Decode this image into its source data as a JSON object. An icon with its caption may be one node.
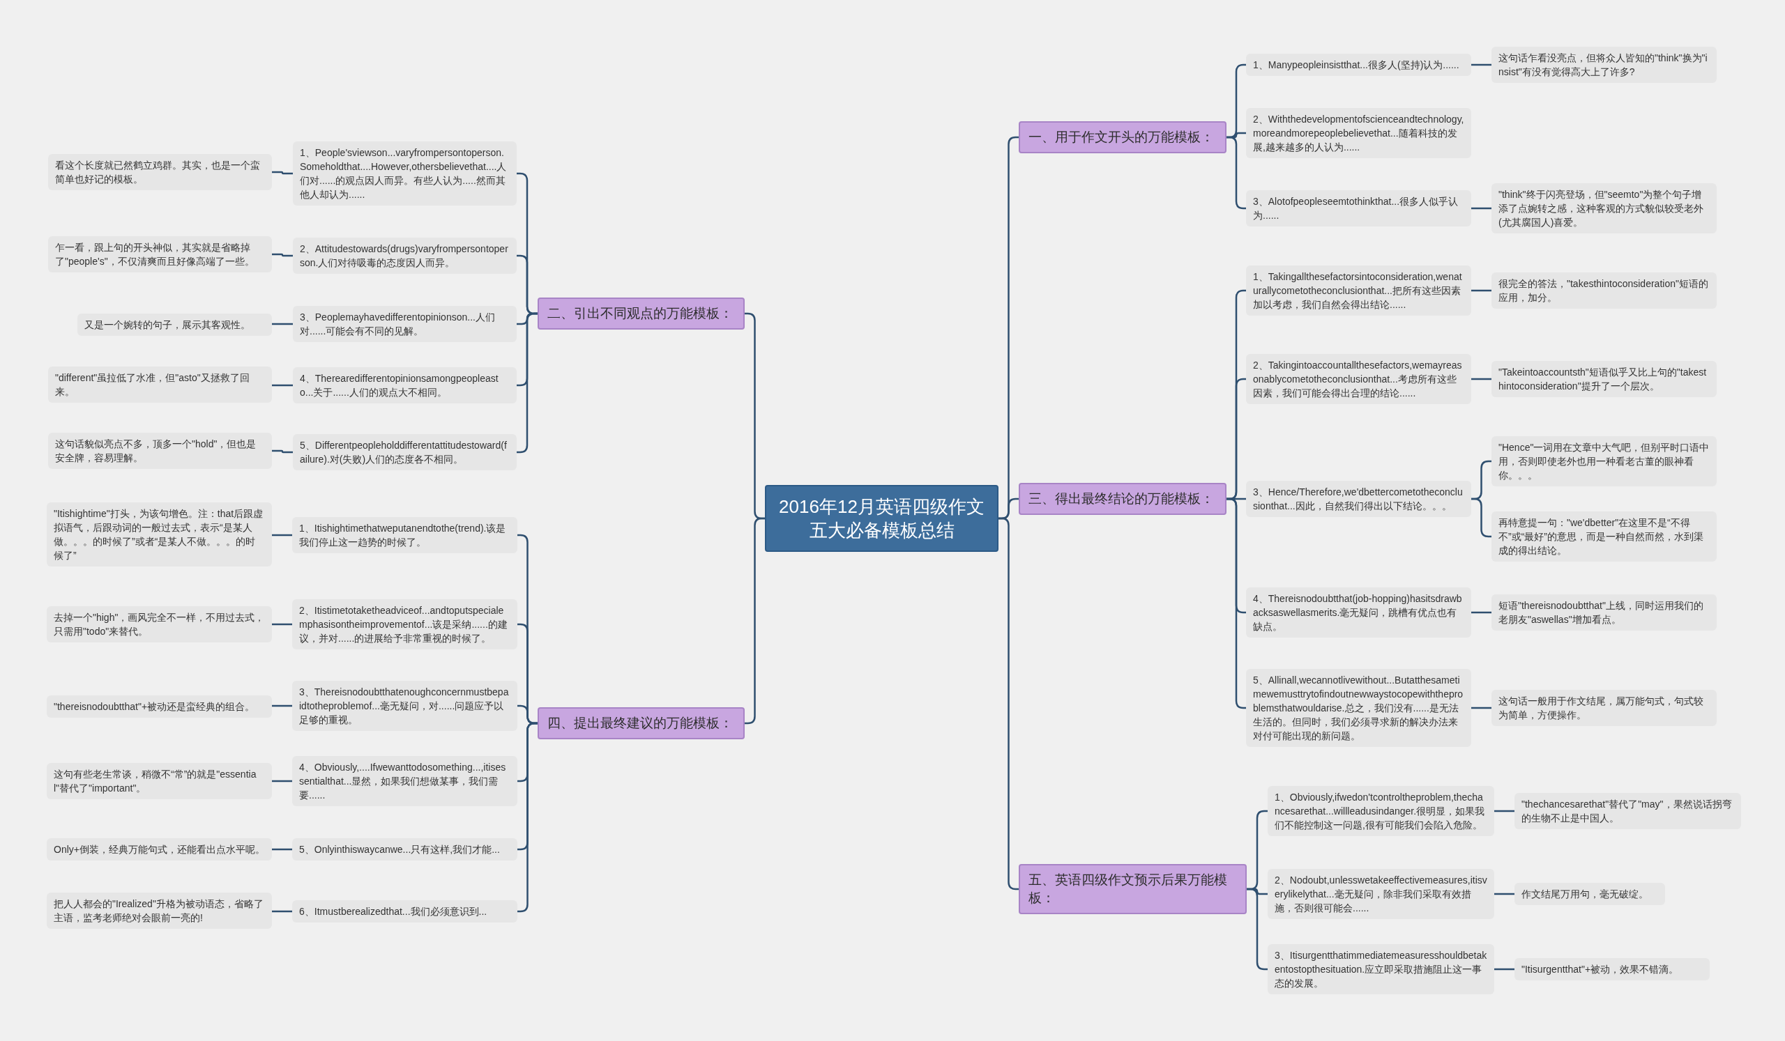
{
  "diagram": {
    "nodes": [
      {
        "text": [
          "2016年12月英语四级作文五大必备模板总结"
        ]
      },
      {
        "text": [
          "一、用于作文开头的万能模板："
        ]
      },
      {
        "text": [
          "1、Manypeopleinsistthat...很多人(坚持)认为......"
        ]
      },
      {
        "text": [
          "这句话乍看没亮点，但将众人皆知的\"think\"换为\"insist\"有没有觉得高大上了许多?"
        ]
      },
      {
        "text": [
          "2、Withthedevelopmentofscienceandtechnology,moreandmorepeoplebelievethat...随着科技的发展,越来越多的人认为......"
        ]
      },
      {
        "text": [
          "3、Alotofpeopleseemtothinkthat...很多人似乎认为......"
        ]
      },
      {
        "text": [
          "\"think\"终于闪亮登场，但\"seemto\"为整个句子增添了点婉转之感，这种客观的方式貌似较受老外(尤其腐国人)喜爱。"
        ]
      },
      {
        "text": [
          "二、引出不同观点的万能模板："
        ]
      },
      {
        "text": [
          "1、People'sviewson...varyfrompersontoperson.Someholdthat....However,othersbelievethat....人们对......的观点因人而异。有些人认为.....然而其他人却认为......"
        ]
      },
      {
        "text": [
          "看这个长度就已然鹤立鸡群。其实，也是一个蛮简单也好记的模板。"
        ]
      },
      {
        "text": [
          "2、Attitudestowards(drugs)varyfrompersontoperson.人们对待吸毒的态度因人而异。"
        ]
      },
      {
        "text": [
          "乍一看，跟上句的开头神似，其实就是省略掉了\"people's\"，不仅清爽而且好像高端了一些。"
        ]
      },
      {
        "text": [
          "3、Peoplemayhavedifferentopinionson...人们对......可能会有不同的见解。"
        ]
      },
      {
        "text": [
          "又是一个婉转的句子，展示其客观性。"
        ]
      },
      {
        "text": [
          "4、Therearedifferentopinionsamongpeopleasto...关于......人们的观点大不相同。"
        ]
      },
      {
        "text": [
          "\"different\"虽拉低了水准，但\"asto\"又拯救了回来。"
        ]
      },
      {
        "text": [
          "5、Differentpeopleholddifferentattitudestoward(failure).对(失败)人们的态度各不相同。"
        ]
      },
      {
        "text": [
          "这句话貌似亮点不多，顶多一个\"hold\"，但也是安全牌，容易理解。"
        ]
      },
      {
        "text": [
          "三、得出最终结论的万能模板："
        ]
      },
      {
        "text": [
          "1、Takingallthesefactorsintoconsideration,wenaturallycometotheconclusionthat...把所有这些因素加以考虑，我们自然会得出结论......"
        ]
      },
      {
        "text": [
          "很完全的答法，\"takesthintoconsideration\"短语的应用，加分。"
        ]
      },
      {
        "text": [
          "2、Takingintoaccountallthesefactors,wemayreasonablycometotheconclusionthat...考虑所有这些因素，我们可能会得出合理的结论......"
        ]
      },
      {
        "text": [
          "\"Takeintoaccountsth\"短语似乎又比上句的\"takesthintoconsideration\"提升了一个层次。"
        ]
      },
      {
        "text": [
          "3、Hence/Therefore,we'dbettercometotheconclusionthat...因此，自然我们得出以下结论。。。"
        ]
      },
      {
        "text": [
          "\"Hence\"一词用在文章中大气吧，但别平时口语中用，否则即使老外也用一种看老古董的眼神看你。。。"
        ]
      },
      {
        "text": [
          "再特意提一句：\"we'dbetter\"在这里不是“不得不”或“最好”的意思，而是一种自然而然，水到渠成的得出结论。"
        ]
      },
      {
        "text": [
          "4、Thereisnodoubtthat(job-hopping)hasitsdrawbacksaswellasmerits.毫无疑问，跳槽有优点也有缺点。"
        ]
      },
      {
        "text": [
          "短语\"thereisnodoubtthat\"上线，同时运用我们的老朋友\"aswellas\"增加看点。"
        ]
      },
      {
        "text": [
          "5、Allinall,wecannotlivewithout...Butatthesametimewemusttrytofindoutnewwaystocopewiththeproblemsthatwouldarise.总之，我们没有......是无法生活的。但同时，我们必须寻求新的解决办法来对付可能出现的新问题。"
        ]
      },
      {
        "text": [
          "这句话一般用于作文结尾，属万能句式，句式较为简单，方便操作。"
        ]
      },
      {
        "text": [
          "四、提出最终建议的万能模板："
        ]
      },
      {
        "text": [
          "1、Itishightimethatweputanendtothe(trend).该是我们停止这一趋势的时候了。"
        ]
      },
      {
        "text": [
          "\"Itishightime\"打头，为该句增色。注：that后跟虚拟语气，后跟动词的一般过去式，表示“是某人做。。。的时候了”或者“是某人不做。。。的时候了”"
        ]
      },
      {
        "text": [
          "2、Itistimetotaketheadviceof...andtoputspecialemphasisontheimprovementof...该是采纳......的建议，并对......的进展给予非常重视的时候了。"
        ]
      },
      {
        "text": [
          "去掉一个\"high\"，画风完全不一样，不用过去式，只需用\"todo\"来替代。"
        ]
      },
      {
        "text": [
          "3、Thereisnodoubtthatenoughconcernmustbepaidtotheproblemof...毫无疑问，对......问题应予以足够的重视。"
        ]
      },
      {
        "text": [
          "\"thereisnodoubtthat\"+被动还是蛮经典的组合。"
        ]
      },
      {
        "text": [
          "4、Obviously,....Ifwewanttodosomething...,itisessentialthat...显然，如果我们想做某事，我们需要......"
        ]
      },
      {
        "text": [
          "这句有些老生常谈，稍微不“常”的就是\"essential\"替代了\"important\"。"
        ]
      },
      {
        "text": [
          "5、Onlyinthiswaycanwe...只有这样,我们才能..."
        ]
      },
      {
        "text": [
          "Only+倒装，经典万能句式，还能看出点水平呢。"
        ]
      },
      {
        "text": [
          "6、Itmustberealizedthat...我们必须意识到..."
        ]
      },
      {
        "text": [
          "把人人都会的\"Irealized\"升格为被动语态，省略了主语，监考老师绝对会眼前一亮的!"
        ]
      },
      {
        "text": [
          "五、英语四级作文预示后果万能模板："
        ]
      },
      {
        "text": [
          "1、Obviously,ifwedon'tcontroltheproblem,thechancesarethat...willleadusindanger.很明显，如果我们不能控制这一问题,很有可能我们会陷入危险。"
        ]
      },
      {
        "text": [
          "\"thechancesarethat\"替代了\"may\"，果然说话拐弯的生物不止是中国人。"
        ]
      },
      {
        "text": [
          "2、Nodoubt,unlesswetakeeffectivemeasures,itisverylikelythat...毫无疑问，除非我们采取有效措施，否则很可能会......"
        ]
      },
      {
        "text": [
          "作文结尾万用句，毫无破绽。"
        ]
      },
      {
        "text": [
          "3、Itisurgentthatimmediatemeasuresshouldbetakentostopthesituation.应立即采取措施阻止这一事态的发展。"
        ]
      },
      {
        "text": [
          "\"Itisurgentthat\"+被动，效果不错滴。"
        ]
      }
    ],
    "edges": [
      {
        "from": 0,
        "to": 1,
        "arrow": "none"
      },
      {
        "from": 0,
        "to": 7,
        "arrow": "none"
      },
      {
        "from": 0,
        "to": 18,
        "arrow": "none"
      },
      {
        "from": 0,
        "to": 30,
        "arrow": "none"
      },
      {
        "from": 0,
        "to": 43,
        "arrow": "none"
      },
      {
        "from": 1,
        "to": 2,
        "arrow": "none"
      },
      {
        "from": 2,
        "to": 3,
        "arrow": "none"
      },
      {
        "from": 1,
        "to": 4,
        "arrow": "none"
      },
      {
        "from": 1,
        "to": 5,
        "arrow": "none"
      },
      {
        "from": 5,
        "to": 6,
        "arrow": "none"
      },
      {
        "from": 7,
        "to": 8,
        "arrow": "none"
      },
      {
        "from": 8,
        "to": 9,
        "arrow": "none"
      },
      {
        "from": 7,
        "to": 10,
        "arrow": "none"
      },
      {
        "from": 10,
        "to": 11,
        "arrow": "none"
      },
      {
        "from": 7,
        "to": 12,
        "arrow": "none"
      },
      {
        "from": 12,
        "to": 13,
        "arrow": "none"
      },
      {
        "from": 7,
        "to": 14,
        "arrow": "none"
      },
      {
        "from": 14,
        "to": 15,
        "arrow": "none"
      },
      {
        "from": 7,
        "to": 16,
        "arrow": "none"
      },
      {
        "from": 16,
        "to": 17,
        "arrow": "none"
      },
      {
        "from": 18,
        "to": 19,
        "arrow": "none"
      },
      {
        "from": 19,
        "to": 20,
        "arrow": "none"
      },
      {
        "from": 18,
        "to": 21,
        "arrow": "none"
      },
      {
        "from": 21,
        "to": 22,
        "arrow": "none"
      },
      {
        "from": 18,
        "to": 23,
        "arrow": "none"
      },
      {
        "from": 23,
        "to": 24,
        "arrow": "none"
      },
      {
        "from": 23,
        "to": 25,
        "arrow": "none"
      },
      {
        "from": 18,
        "to": 26,
        "arrow": "none"
      },
      {
        "from": 26,
        "to": 27,
        "arrow": "none"
      },
      {
        "from": 18,
        "to": 28,
        "arrow": "none"
      },
      {
        "from": 28,
        "to": 29,
        "arrow": "none"
      },
      {
        "from": 30,
        "to": 31,
        "arrow": "none"
      },
      {
        "from": 31,
        "to": 32,
        "arrow": "none"
      },
      {
        "from": 30,
        "to": 33,
        "arrow": "none"
      },
      {
        "from": 33,
        "to": 34,
        "arrow": "none"
      },
      {
        "from": 30,
        "to": 35,
        "arrow": "none"
      },
      {
        "from": 35,
        "to": 36,
        "arrow": "none"
      },
      {
        "from": 30,
        "to": 37,
        "arrow": "none"
      },
      {
        "from": 37,
        "to": 38,
        "arrow": "none"
      },
      {
        "from": 30,
        "to": 39,
        "arrow": "none"
      },
      {
        "from": 39,
        "to": 40,
        "arrow": "none"
      },
      {
        "from": 30,
        "to": 41,
        "arrow": "none"
      },
      {
        "from": 41,
        "to": 42,
        "arrow": "none"
      },
      {
        "from": 43,
        "to": 44,
        "arrow": "none"
      },
      {
        "from": 44,
        "to": 45,
        "arrow": "none"
      },
      {
        "from": 43,
        "to": 46,
        "arrow": "none"
      },
      {
        "from": 46,
        "to": 47,
        "arrow": "none"
      },
      {
        "from": 43,
        "to": 48,
        "arrow": "none"
      },
      {
        "from": 48,
        "to": 49,
        "arrow": "none"
      }
    ]
  }
}
